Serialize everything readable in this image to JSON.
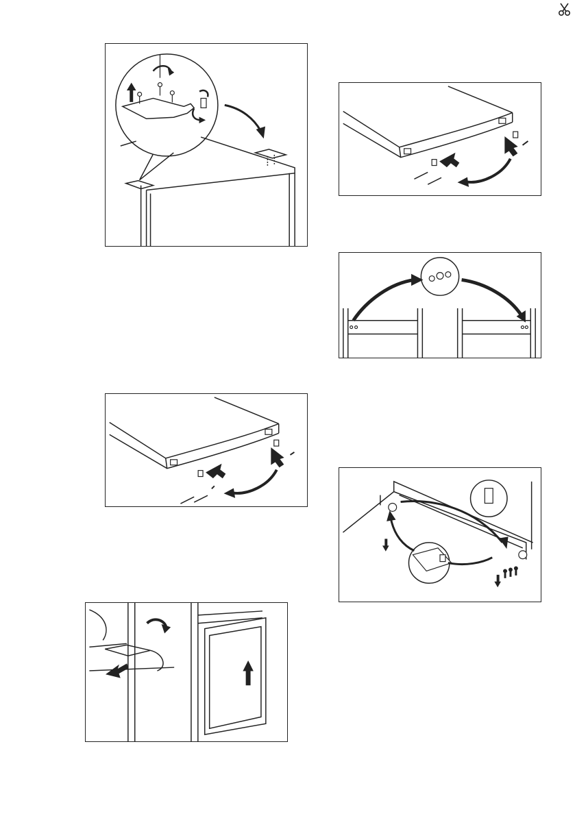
{
  "page": {
    "figures": [
      {
        "id": "fig-hinge-top",
        "icon": "hinge-plate-detail-icon"
      },
      {
        "id": "fig-door-top-left",
        "icon": "door-top-edge-icon"
      },
      {
        "id": "fig-door-remove",
        "icon": "door-lift-icon"
      },
      {
        "id": "fig-door-top-right",
        "icon": "door-top-edge-icon"
      },
      {
        "id": "fig-hole-caps",
        "icon": "hole-cap-transfer-icon"
      },
      {
        "id": "fig-bottom-hinge",
        "icon": "bottom-hinge-detail-icon"
      }
    ],
    "colors": {
      "line": "#222222",
      "background": "#ffffff"
    }
  }
}
